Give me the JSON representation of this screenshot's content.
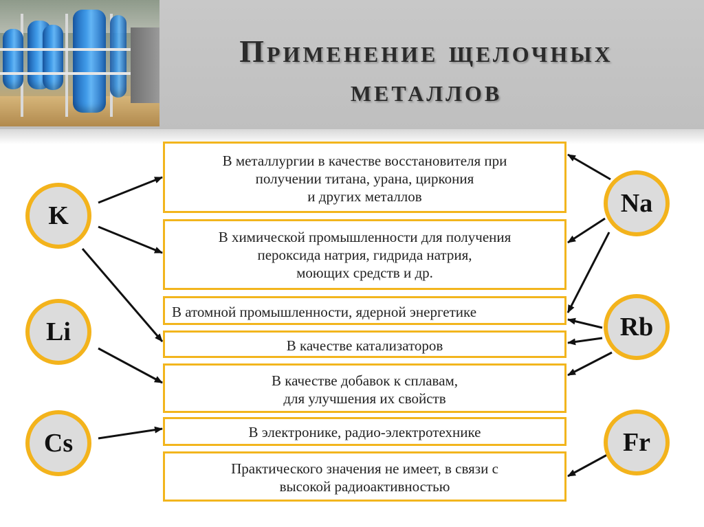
{
  "title": {
    "line1": "Применение щелочных",
    "line2": "металлов"
  },
  "elements": {
    "K": "K",
    "Li": "Li",
    "Cs": "Cs",
    "Na": "Na",
    "Rb": "Rb",
    "Fr": "Fr"
  },
  "boxes": {
    "metallurgy": [
      "В металлургии  в качестве восстановителя  при",
      "получении  титана, урана, циркония",
      "и  других металлов"
    ],
    "chemical": [
      "В химической промышленности для получения",
      "пероксида натрия,  гидрида натрия,",
      "моющих средств и др."
    ],
    "nuclear": [
      "В атомной промышленности, ядерной энергетике"
    ],
    "catalysts": [
      "В качестве катализаторов"
    ],
    "alloys": [
      "В качестве добавок к сплавам,",
      "для улучшения их свойств"
    ],
    "electronics": [
      "В электронике, радио-электротехнике"
    ],
    "no_value": [
      "Практического значения не имеет, в связи с",
      "высокой радиоактивностью"
    ]
  },
  "colors": {
    "accent": "#f2b51d",
    "circle_fill": "#dcdcdc",
    "header": "#c4c4c4"
  }
}
